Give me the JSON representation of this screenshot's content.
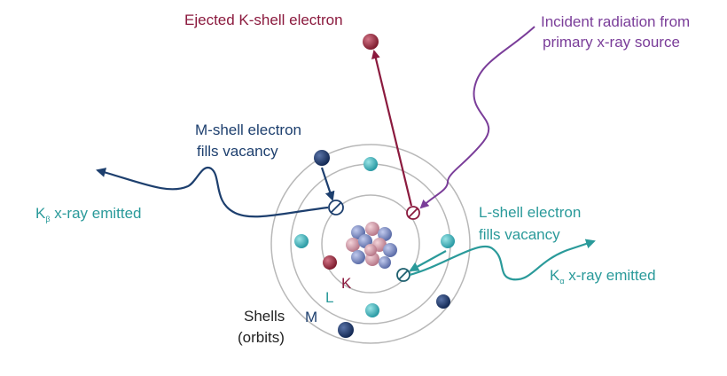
{
  "labels": {
    "ejected_electron": "Ejected K-shell electron",
    "incident_line1": "Incident radiation from",
    "incident_line2": "primary x-ray source",
    "m_shell_line1": "M-shell electron",
    "m_shell_line2": "fills vacancy",
    "kbeta_k": "K",
    "kbeta_sub": "β",
    "kbeta_rest": " x-ray emitted",
    "l_shell_line1": "L-shell electron",
    "l_shell_line2": "fills vacancy",
    "kalpha_k": "K",
    "kalpha_sub": "α",
    "kalpha_rest": " x-ray emitted",
    "shells_line1": "Shells",
    "shells_line2": "(orbits)",
    "shell_k": "K",
    "shell_l": "L",
    "shell_m": "M"
  },
  "colors": {
    "ejected": "#8b1a3e",
    "incident": "#7a3d99",
    "m_shell": "#1d3f6e",
    "teal": "#2a9a9a",
    "orbit": "#b8b8b8",
    "text_dark": "#222222",
    "navy_electron": "#1f3769",
    "teal_electron": "#3fb8c0",
    "maroon_electron": "#9c2a3c",
    "nucleus_blue": "#7f8fc4",
    "nucleus_pink": "#d49aa8"
  }
}
